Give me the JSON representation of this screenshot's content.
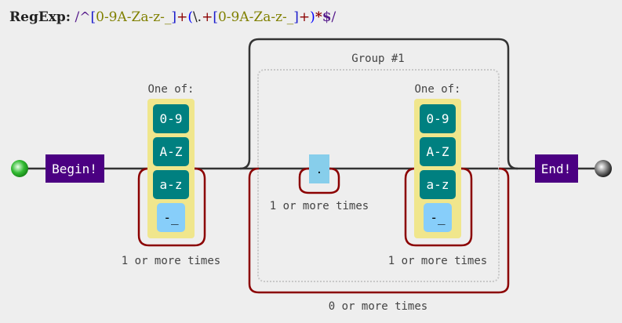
{
  "header": {
    "label": "RegExp:",
    "tokens": {
      "open_slash": "/",
      "caret": "^",
      "lbr1": "[",
      "class1": "0-9A-Za-z-_",
      "rbr1": "]",
      "plus1": "+",
      "lparen": "(",
      "escape": "\\.",
      "plus2": "+",
      "lbr2": "[",
      "class2": "0-9A-Za-z-_",
      "rbr2": "]",
      "plus3": "+",
      "rparen": ")",
      "star": "*",
      "dollar": "$",
      "close_slash": "/"
    }
  },
  "diagram": {
    "begin_label": "Begin!",
    "end_label": "End!",
    "one_of_1": {
      "title": "One of:",
      "items": [
        "0-9",
        "A-Z",
        "a-z",
        "-_"
      ],
      "quantifier": "1 or more times"
    },
    "group": {
      "title": "Group #1",
      "quantifier": "0 or more times",
      "dot": {
        "label": ".",
        "quantifier": "1 or more times"
      },
      "one_of_2": {
        "title": "One of:",
        "items": [
          "0-9",
          "A-Z",
          "a-z",
          "-_"
        ],
        "quantifier": "1 or more times"
      }
    },
    "colors": {
      "terminal": "#4b0082",
      "range": "#008080",
      "charset_bg": "#f0e68c",
      "literal": "#87cefa",
      "dot": "#87ceeb",
      "quantifier_loop": "#8b0000",
      "line": "#333333",
      "start_node": "#22aa22",
      "end_node": "#444444"
    }
  }
}
